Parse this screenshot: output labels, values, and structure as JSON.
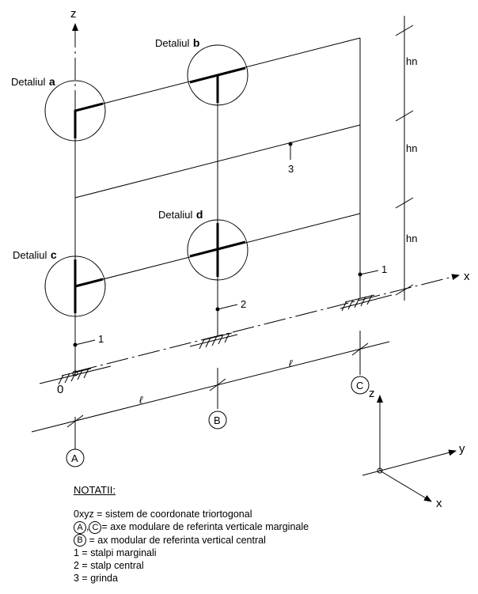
{
  "axes": {
    "z": "z",
    "x": "x",
    "origin": "0",
    "triad_z": "z",
    "triad_y": "y",
    "triad_x": "x"
  },
  "details": {
    "a": {
      "word": "Detaliul",
      "letter": "a"
    },
    "b": {
      "word": "Detaliul",
      "letter": "b"
    },
    "c": {
      "word": "Detaliul",
      "letter": "c"
    },
    "d": {
      "word": "Detaliul",
      "letter": "d"
    }
  },
  "storey_height_label": "hn",
  "span_label": "ℓ",
  "element_labels": {
    "marginal_column": "1",
    "central_column": "2",
    "beam": "3"
  },
  "grid_axes": {
    "A": "A",
    "B": "B",
    "C": "C"
  },
  "notes": {
    "title": "NOTATII:",
    "line1": "0xyz = sistem de coordonate triortogonal",
    "line2_a": "A",
    "line2_sep": ",",
    "line2_c": "C",
    "line2_text": "= axe modulare de referinta verticale marginale",
    "line3_b": "B",
    "line3_text": "= ax modular de referinta vertical central",
    "line4": "1 = stalpi marginali",
    "line5": "2 = stalp central",
    "line6": "3 = grinda"
  }
}
